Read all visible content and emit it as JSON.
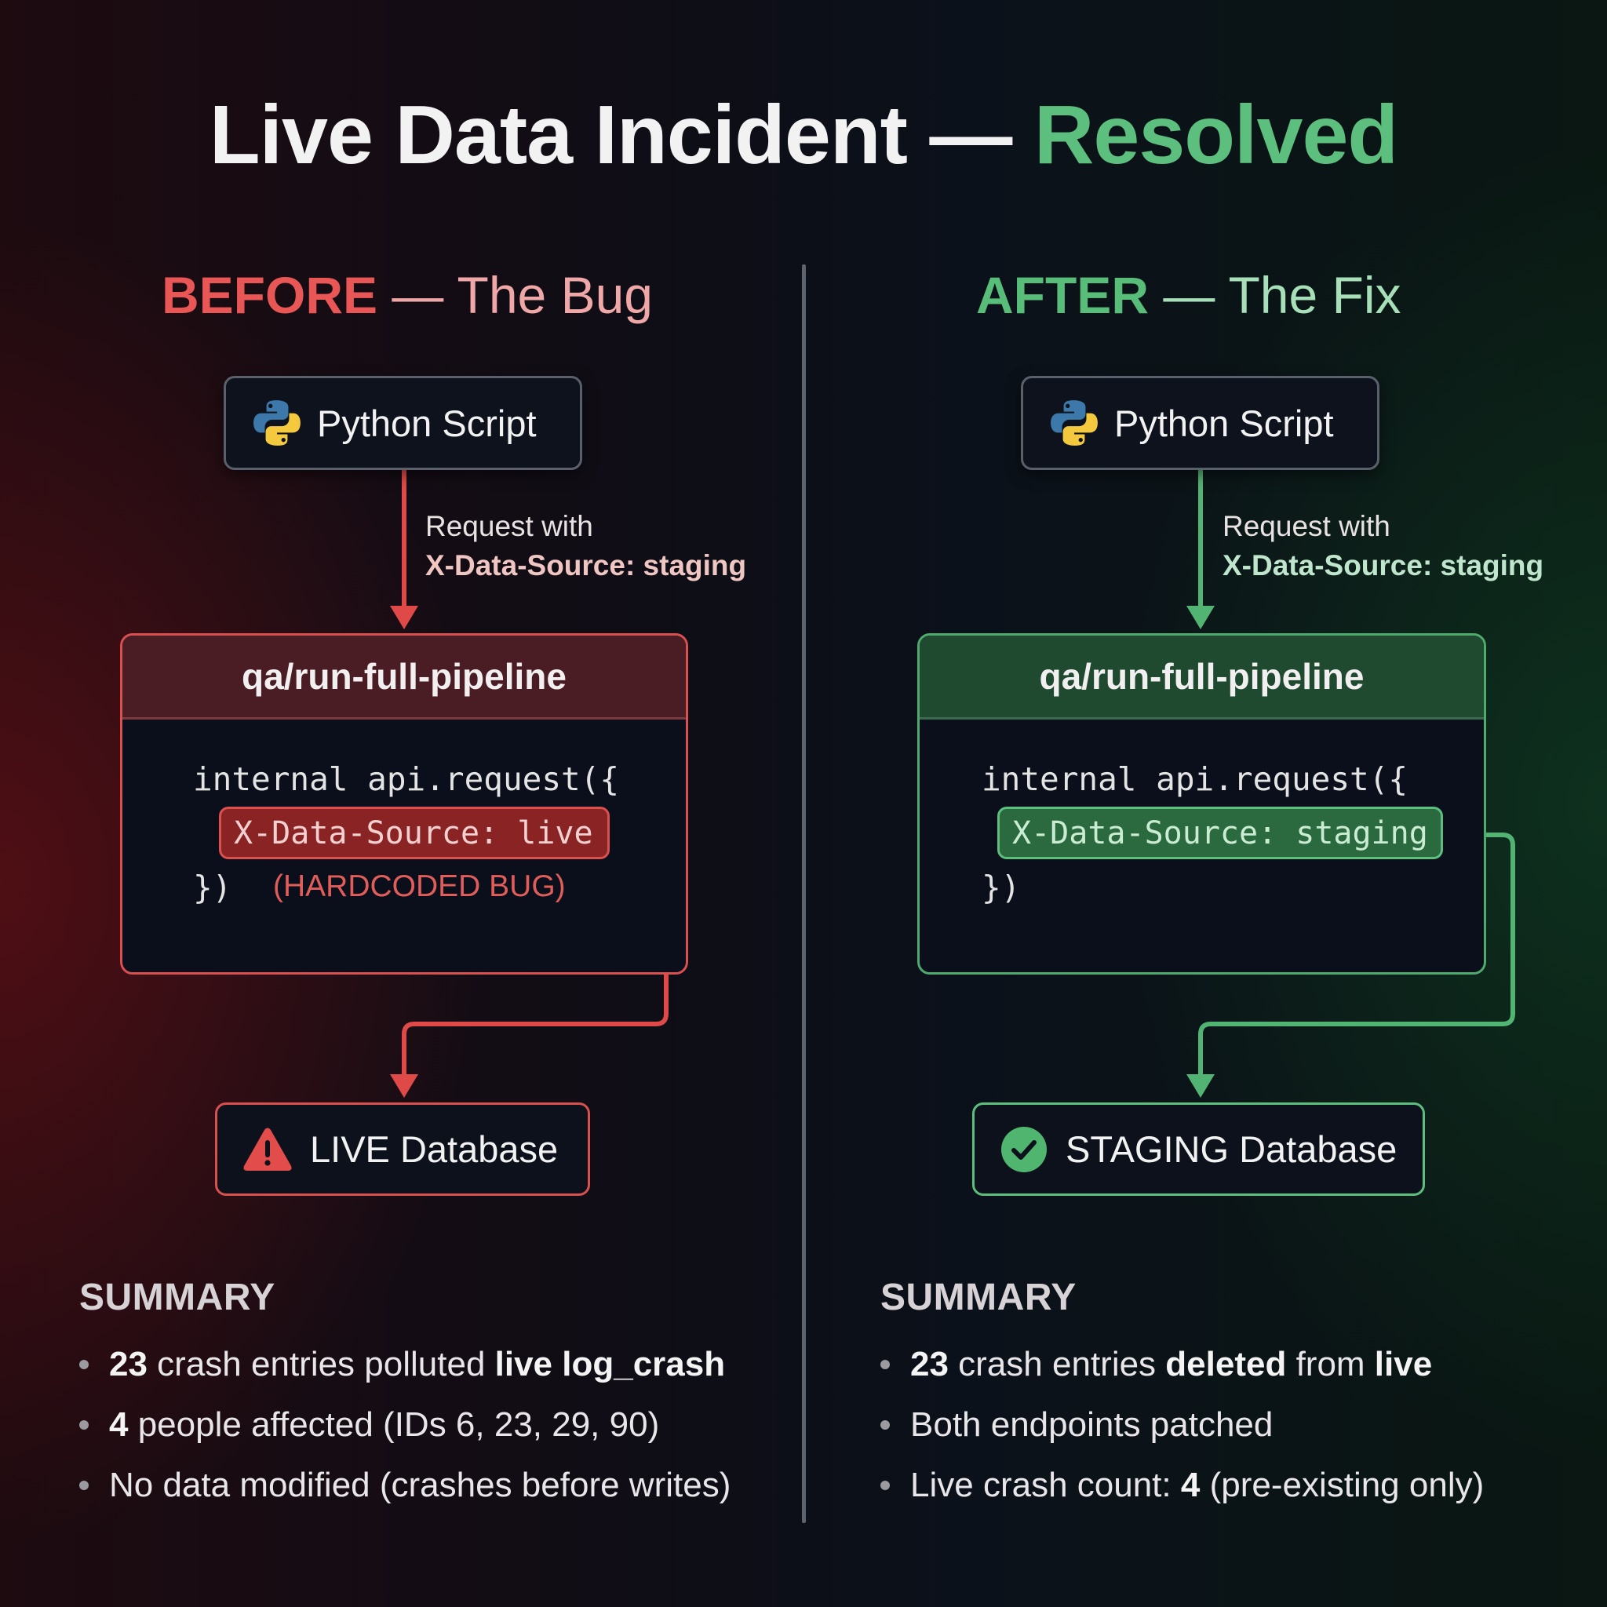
{
  "title": {
    "main": "Live Data Incident — ",
    "accent": "Resolved"
  },
  "colors": {
    "bug_red": "#e95656",
    "fix_green": "#58bd78",
    "divider": "#5d6470"
  },
  "before": {
    "heading_strong": "BEFORE",
    "heading_rest": " — The Bug",
    "source_box": {
      "icon": "python-logo-icon",
      "label": "Python Script"
    },
    "request_label": {
      "line1": "Request with",
      "line2": "X-Data-Source: staging"
    },
    "pipeline": {
      "title": "qa/run-full-pipeline",
      "code_open": "internal api.request({",
      "header_line": "X-Data-Source: live",
      "code_close": "})",
      "note": "(HARDCODED BUG)"
    },
    "destination": {
      "icon": "warning-triangle-icon",
      "label": "LIVE Database"
    },
    "summary": {
      "heading": "SUMMARY",
      "items": [
        {
          "parts": [
            {
              "text": "23",
              "bold": true
            },
            {
              "text": " crash entries polluted ",
              "bold": false
            },
            {
              "text": "live log_crash",
              "bold": true
            }
          ]
        },
        {
          "parts": [
            {
              "text": "4",
              "bold": true
            },
            {
              "text": " people affected (IDs 6, 23, 29, 90)",
              "bold": false
            }
          ]
        },
        {
          "parts": [
            {
              "text": "No data modified (crashes before writes)",
              "bold": false
            }
          ]
        }
      ]
    }
  },
  "after": {
    "heading_strong": "AFTER",
    "heading_rest": " — The Fix",
    "source_box": {
      "icon": "python-logo-icon",
      "label": "Python Script"
    },
    "request_label": {
      "line1": "Request with",
      "line2": "X-Data-Source: staging"
    },
    "pipeline": {
      "title": "qa/run-full-pipeline",
      "code_open": "internal api.request({",
      "header_line": "X-Data-Source: staging",
      "code_close": "})"
    },
    "destination": {
      "icon": "check-circle-icon",
      "label": "STAGING Database"
    },
    "summary": {
      "heading": "SUMMARY",
      "items": [
        {
          "parts": [
            {
              "text": "23",
              "bold": true
            },
            {
              "text": " crash entries ",
              "bold": false
            },
            {
              "text": "deleted",
              "bold": true
            },
            {
              "text": " from ",
              "bold": false
            },
            {
              "text": "live",
              "bold": true
            }
          ]
        },
        {
          "parts": [
            {
              "text": "Both endpoints patched",
              "bold": false
            }
          ]
        },
        {
          "parts": [
            {
              "text": "Live crash count: ",
              "bold": false
            },
            {
              "text": "4",
              "bold": true
            },
            {
              "text": " (pre-existing only)",
              "bold": false
            }
          ]
        }
      ]
    }
  }
}
